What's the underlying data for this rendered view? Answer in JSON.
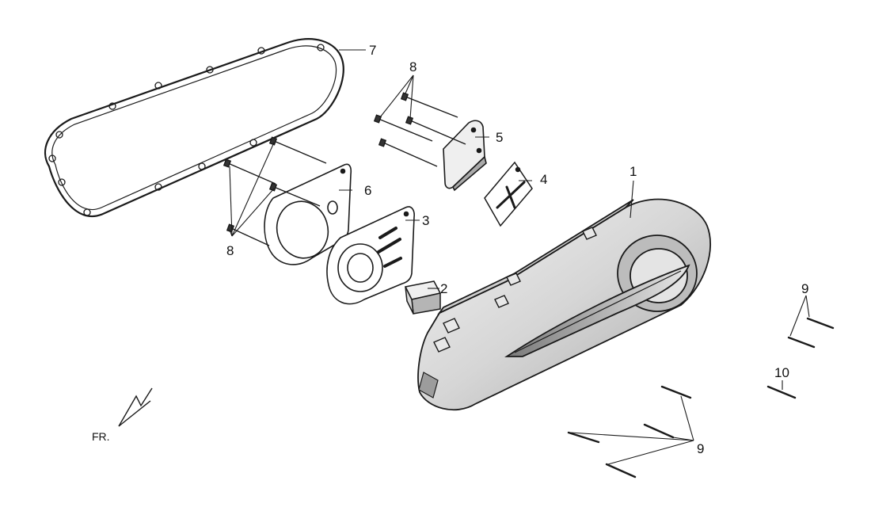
{
  "diagram": {
    "callouts": [
      {
        "id": "c1",
        "text": "1"
      },
      {
        "id": "c2",
        "text": "2"
      },
      {
        "id": "c3",
        "text": "3"
      },
      {
        "id": "c4",
        "text": "4"
      },
      {
        "id": "c5",
        "text": "5"
      },
      {
        "id": "c6",
        "text": "6"
      },
      {
        "id": "c7",
        "text": "7"
      },
      {
        "id": "c8a",
        "text": "8"
      },
      {
        "id": "c8b",
        "text": "8"
      },
      {
        "id": "c9a",
        "text": "9"
      },
      {
        "id": "c9b",
        "text": "9"
      },
      {
        "id": "c10",
        "text": "10"
      }
    ],
    "direction_label": "FR.",
    "colors": {
      "line": "#1a1a1a",
      "cover_fill": "#d9d9d9",
      "cover_dark": "#9a9a9a"
    }
  }
}
